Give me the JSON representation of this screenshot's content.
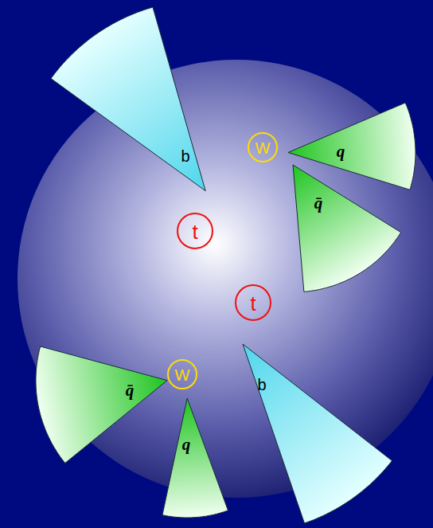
{
  "diagram": {
    "nodes": [
      {
        "text": [
          "b"
        ]
      },
      {
        "text": [
          "W"
        ]
      },
      {
        "text": [
          "q"
        ]
      },
      {
        "text": [
          "q̄"
        ]
      },
      {
        "text": [
          "t"
        ]
      },
      {
        "text": [
          "t"
        ]
      },
      {
        "text": [
          "W"
        ]
      },
      {
        "text": [
          "q̄"
        ]
      },
      {
        "text": [
          "b"
        ]
      },
      {
        "text": [
          "q"
        ]
      }
    ]
  }
}
